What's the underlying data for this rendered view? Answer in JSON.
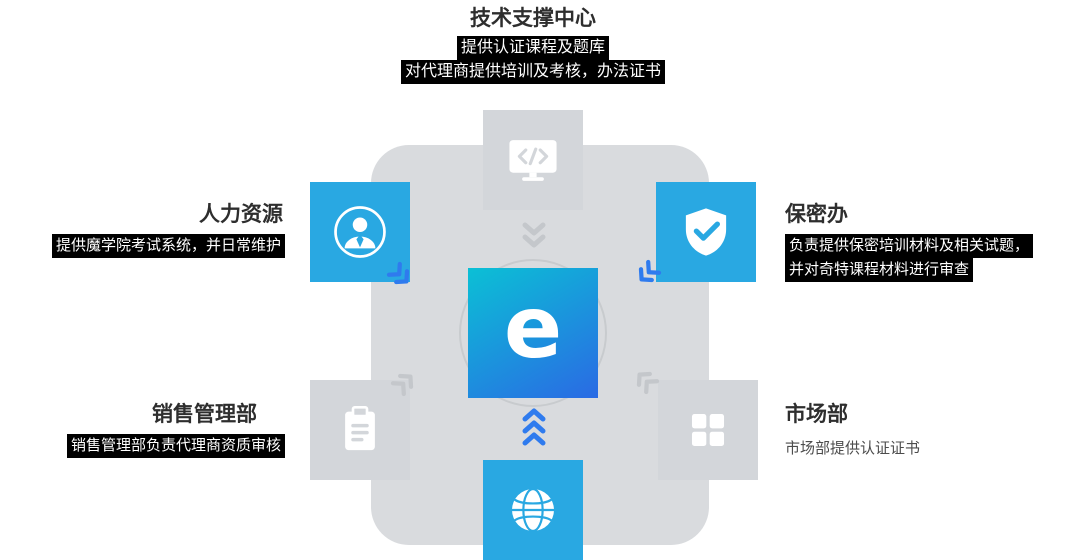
{
  "colors": {
    "tile_blue": "#29a8e2",
    "tile_gray": "#d3d6da",
    "background_square": "#d9dbde",
    "chevron_gray": "#c4c7cb",
    "chevron_blue": "#2f7bee",
    "center_gradient_start": "#0bc0d5",
    "center_gradient_end": "#2a6ae4",
    "highlight_bg": "#000000",
    "highlight_text": "#ffffff",
    "heading_text": "#2e2e2e"
  },
  "top_center": {
    "title": "技术支撑中心",
    "desc_line1": "提供认证课程及题库",
    "desc_line2": "对代理商提供培训及考核，办法证书",
    "icon": "monitor-code-icon"
  },
  "nodes": {
    "hr": {
      "title": "人力资源",
      "desc": "提供魔学院考试系统，并日常维护",
      "icon": "person-icon"
    },
    "security": {
      "title": "保密办",
      "desc_line1": "负责提供保密培训材料及相关试题，",
      "desc_line2": "并对奇特课程材料进行审查",
      "icon": "shield-check-icon"
    },
    "sales": {
      "title": "销售管理部",
      "desc": "销售管理部负责代理商资质审核",
      "icon": "clipboard-icon"
    },
    "market": {
      "title": "市场部",
      "desc": "市场部提供认证证书",
      "icon": "grid-icon"
    },
    "globe": {
      "icon": "globe-icon"
    }
  },
  "center": {
    "logo": "e"
  }
}
